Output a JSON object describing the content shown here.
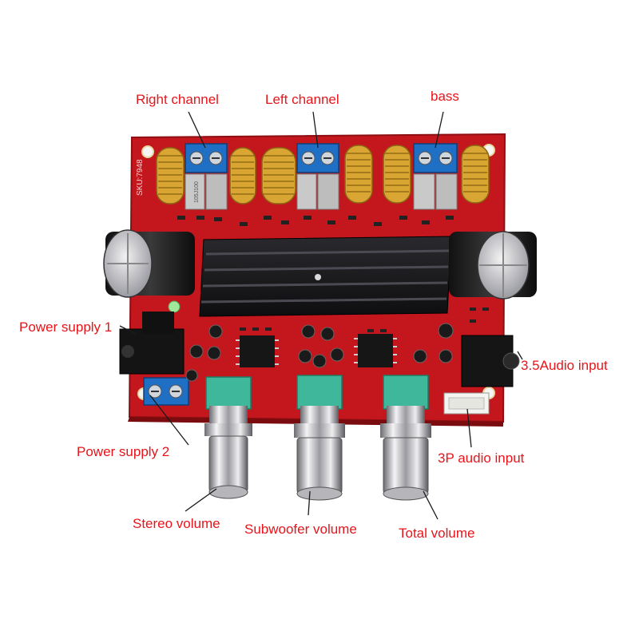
{
  "labels": {
    "right_channel": "Right channel",
    "left_channel": "Left channel",
    "bass": "bass",
    "power_supply_1": "Power supply 1",
    "power_supply_2": "Power supply 2",
    "audio_input_35": "3.5Audio input",
    "audio_input_3p": "3P audio input",
    "stereo_volume": "Stereo volume",
    "subwoofer_volume": "Subwoofer volume",
    "total_volume": "Total volume"
  },
  "board_markings": {
    "sku": "SKU:7948",
    "capacitor_value": "105J100"
  },
  "colors": {
    "label_red": "#e8141a",
    "board_red": "#c4171d",
    "terminal_blue": "#1f6fc4",
    "pot_green": "#3fb79a",
    "coil_gold": "#d9a634",
    "heatsink": "#1c1c1e",
    "knob_chrome": "#c8c8cc"
  }
}
